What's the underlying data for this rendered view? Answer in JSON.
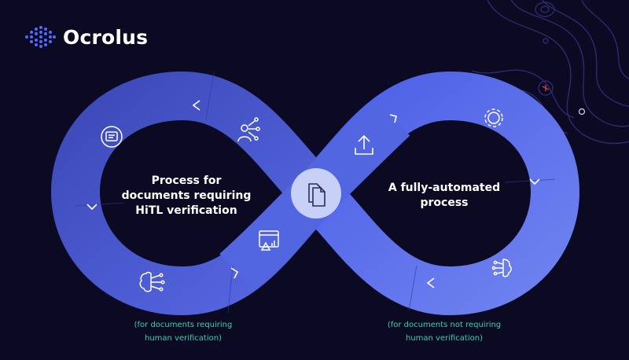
{
  "brand": {
    "name": "Ocrolus"
  },
  "left_loop": {
    "label_lines": [
      "Process for",
      "documents requiring",
      "HiTL verification"
    ],
    "note_lines": [
      "(for documents requiring",
      "human verification)"
    ],
    "icons": [
      "chat-cycle-icon",
      "network-person-icon",
      "ai-brain-icon",
      "alert-dashboard-icon"
    ]
  },
  "right_loop": {
    "label_lines": [
      "A fully-automated",
      "process"
    ],
    "note_lines": [
      "(for documents not requiring",
      "human verification)"
    ],
    "icons": [
      "upload-icon",
      "gear-icon",
      "robot-brain-icon"
    ]
  },
  "center": {
    "icon": "documents-icon"
  },
  "colors": {
    "background": "#0b0a22",
    "band_light": "#5567e3",
    "band_mid": "#4a5bd3",
    "band_dark": "#3a46b0",
    "hub": "#c7d0f7",
    "accent_text": "#35d3a9",
    "topo_lines": "#2a2b6e"
  }
}
